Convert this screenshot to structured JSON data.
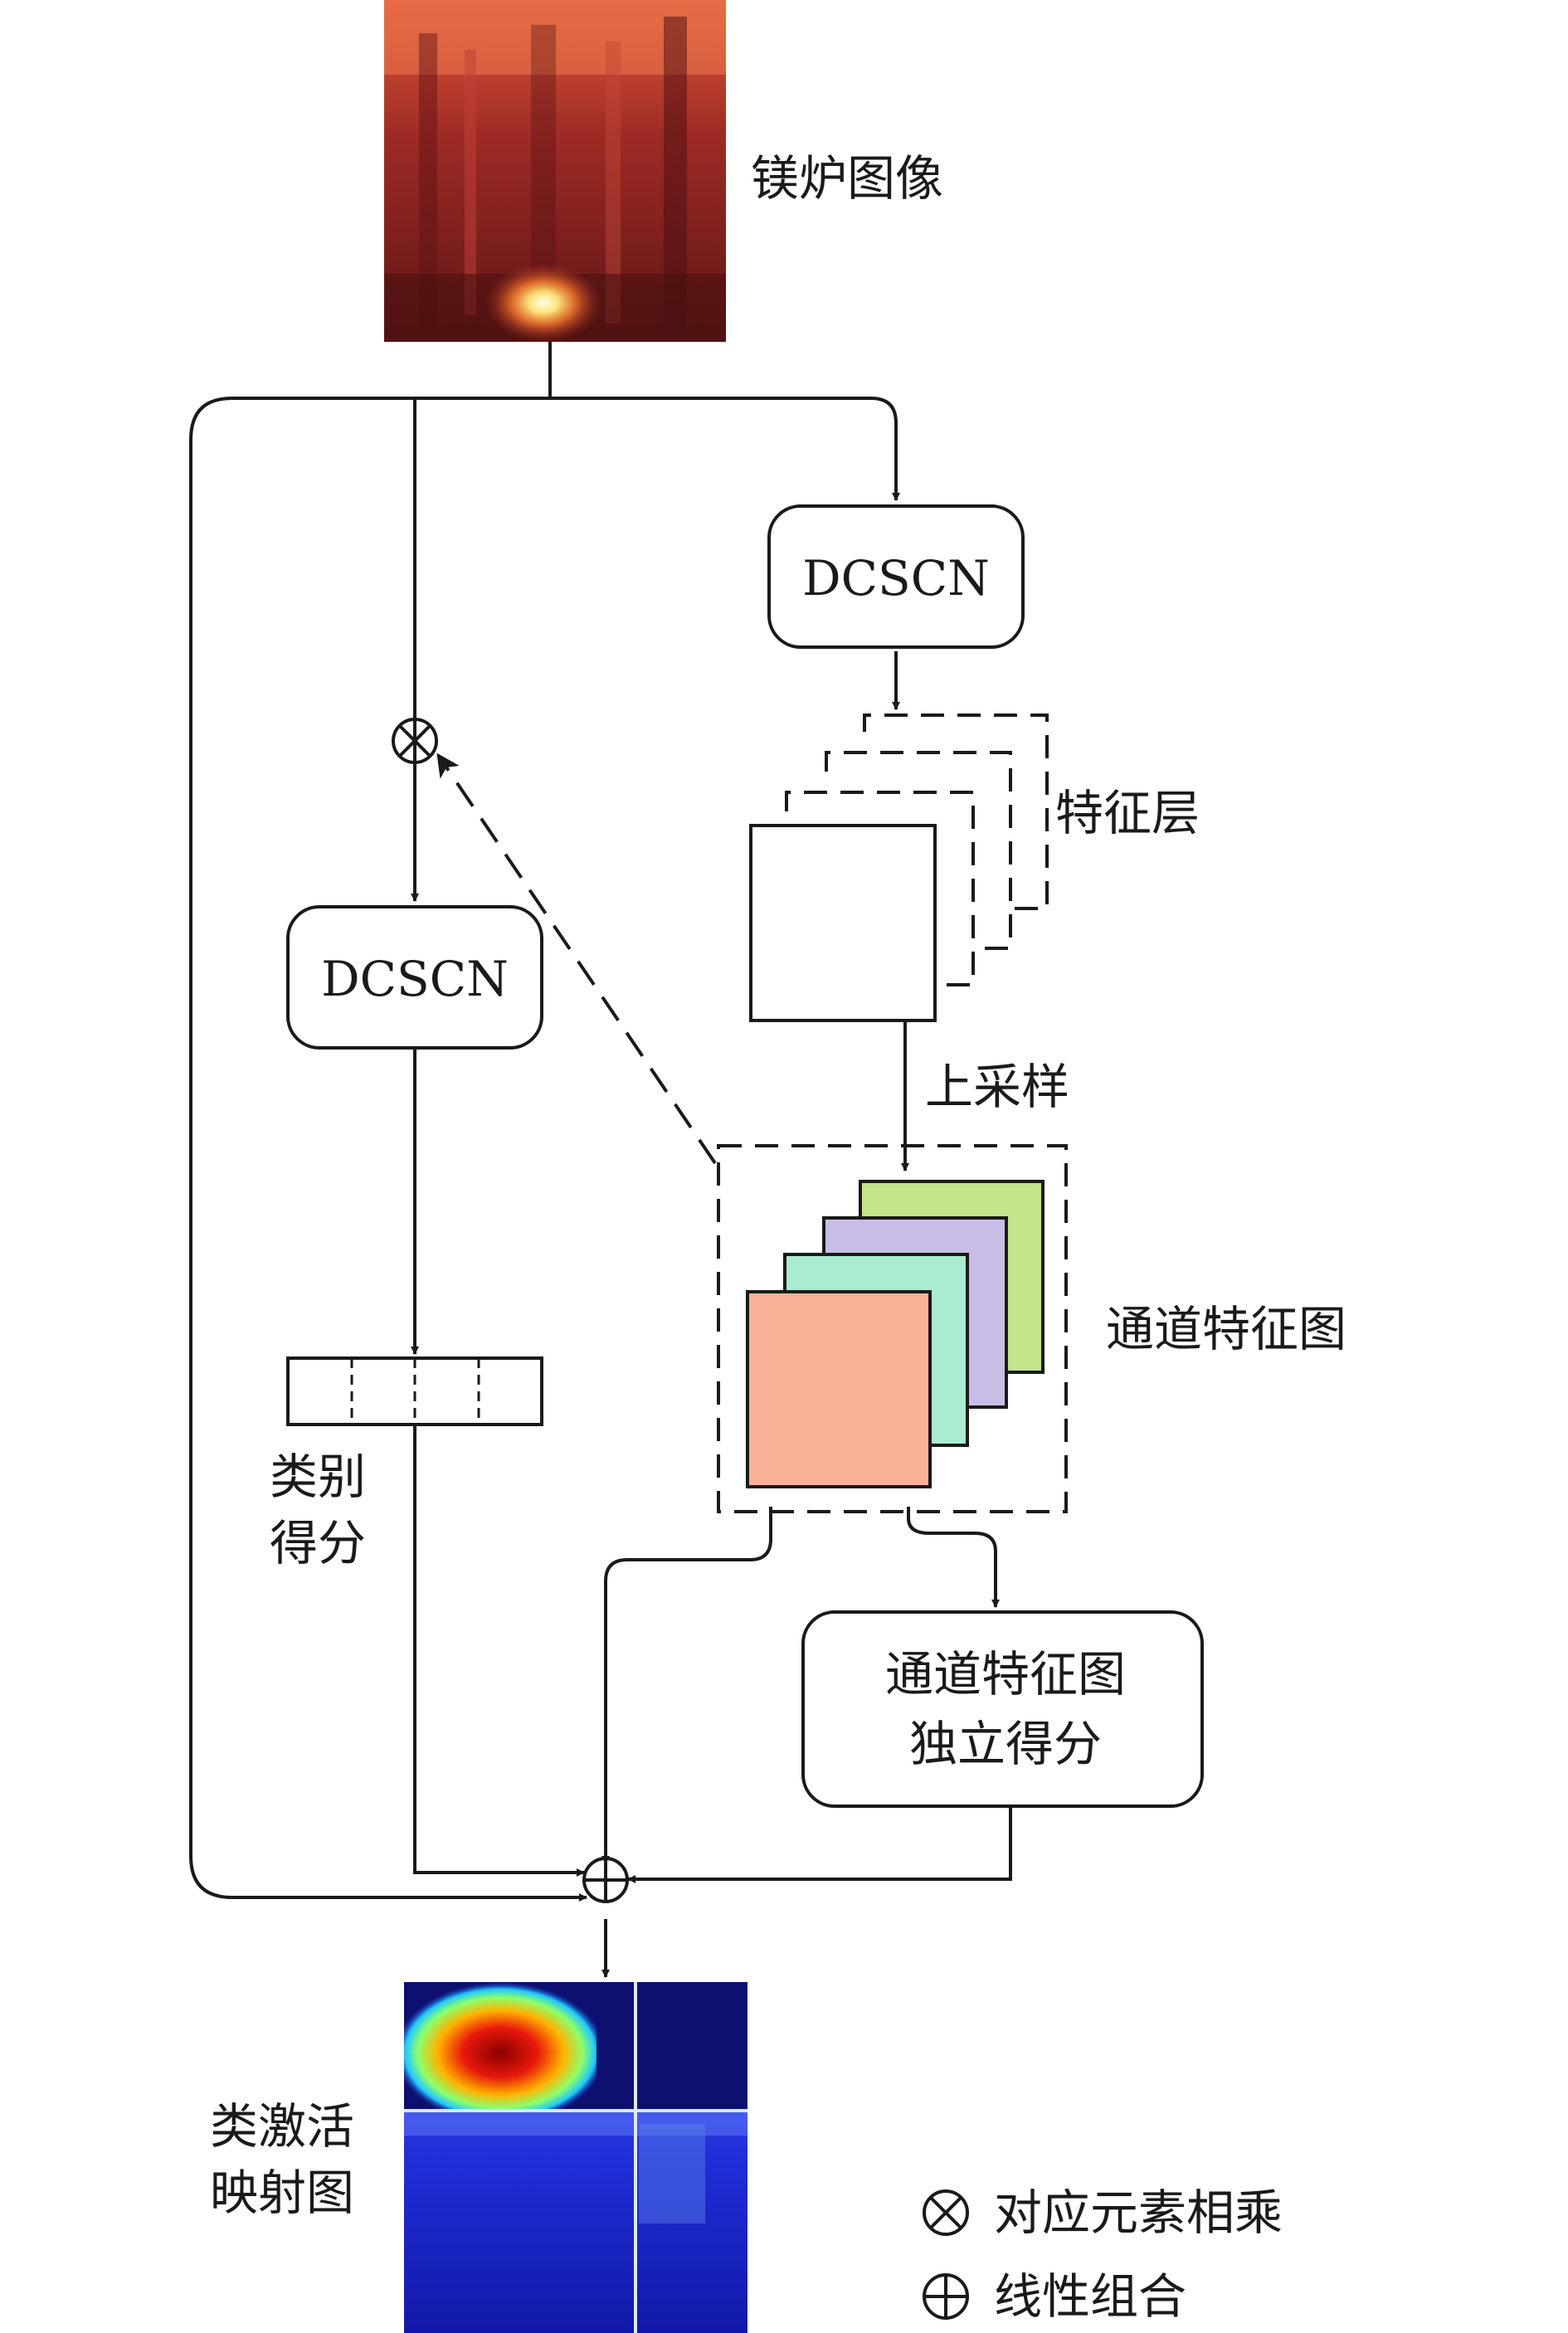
{
  "nodes": {
    "furnace_image": {
      "label": "镁炉图像"
    },
    "dcscn_right": {
      "label": "DCSCN"
    },
    "dcscn_left": {
      "label": "DCSCN"
    },
    "feature_layer": {
      "label": "特征层"
    },
    "upsample": {
      "label": "上采样"
    },
    "channel_feature_map": {
      "label": "通道特征图"
    },
    "class_score": {
      "line1": "类别",
      "line2": "得分"
    },
    "channel_score": {
      "line1": "通道特征图",
      "line2": "独立得分"
    },
    "cam": {
      "line1": "类激活",
      "line2": "映射图"
    }
  },
  "legend": {
    "multiply": {
      "symbol": "⊗",
      "label": "对应元素相乘"
    },
    "sum": {
      "symbol": "⊕",
      "label": "线性组合"
    }
  },
  "colors": {
    "stroke": "#1a1a1a",
    "map_green": "#c3e68a",
    "map_purple": "#c9bde6",
    "map_teal": "#a9ecd0",
    "map_salmon": "#f9b197"
  }
}
